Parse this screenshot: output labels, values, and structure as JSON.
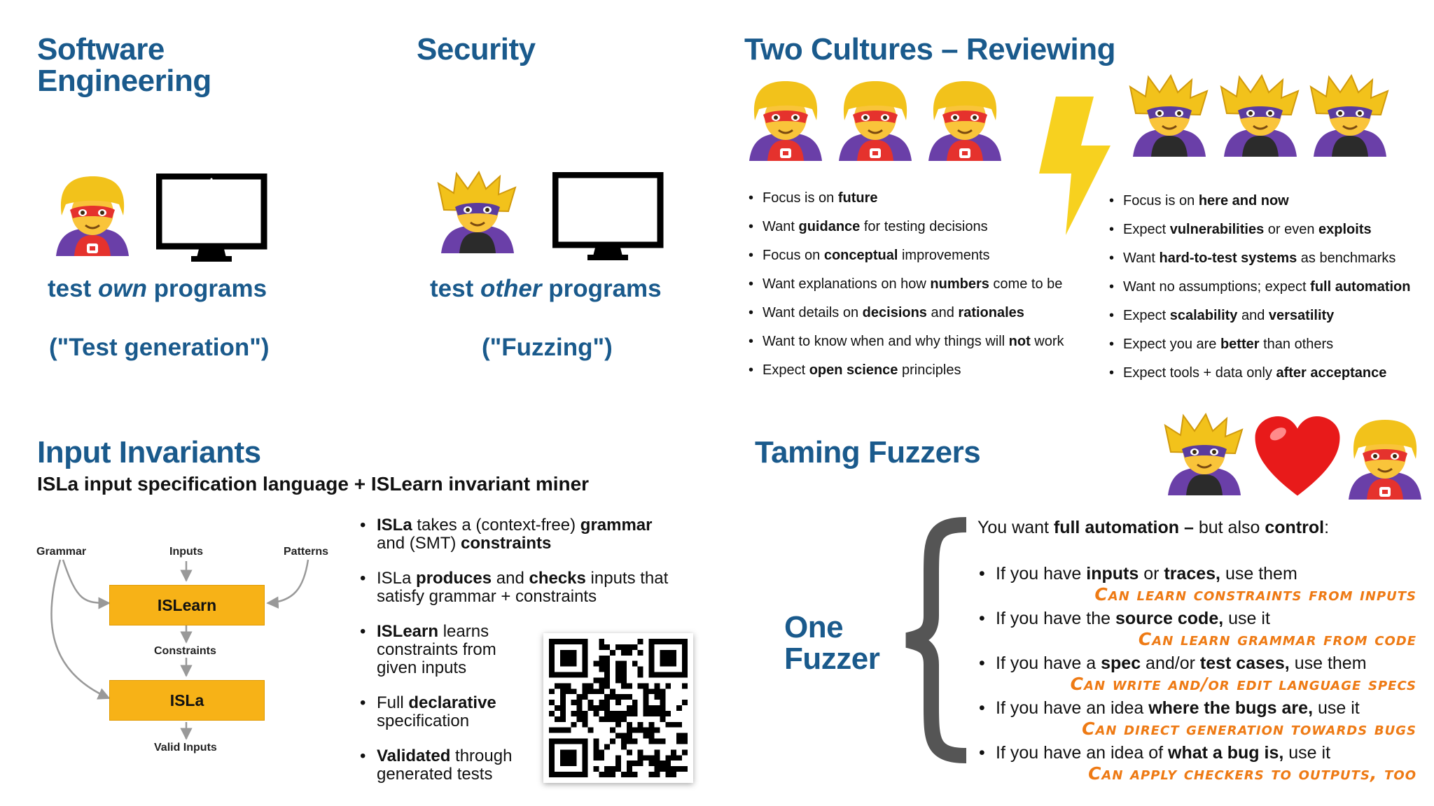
{
  "software_engineering": {
    "title_line1": "Software",
    "title_line2": "Engineering",
    "caption_prefix": "test ",
    "caption_em": "own",
    "caption_suffix": " programs",
    "subcaption": "(\"Test generation\")"
  },
  "security": {
    "title": "Security",
    "caption_prefix": "test ",
    "caption_em": "other",
    "caption_suffix": " programs",
    "subcaption": "(\"Fuzzing\")"
  },
  "two_cultures": {
    "title": "Two Cultures – Reviewing",
    "left_items": [
      [
        {
          "t": "Focus is on "
        },
        {
          "t": "future",
          "b": true
        }
      ],
      [
        {
          "t": "Want "
        },
        {
          "t": "guidance",
          "b": true
        },
        {
          "t": " for testing decisions"
        }
      ],
      [
        {
          "t": "Focus on "
        },
        {
          "t": "conceptual",
          "b": true
        },
        {
          "t": " improvements"
        }
      ],
      [
        {
          "t": "Want explanations on how "
        },
        {
          "t": "numbers",
          "b": true
        },
        {
          "t": " come to be"
        }
      ],
      [
        {
          "t": "Want details on "
        },
        {
          "t": "decisions",
          "b": true
        },
        {
          "t": " and "
        },
        {
          "t": "rationales",
          "b": true
        }
      ],
      [
        {
          "t": "Want to know when and why things will "
        },
        {
          "t": "not",
          "b": true
        },
        {
          "t": " work"
        }
      ],
      [
        {
          "t": "Expect "
        },
        {
          "t": "open science",
          "b": true
        },
        {
          "t": " principles"
        }
      ]
    ],
    "right_items": [
      [
        {
          "t": "Focus is on "
        },
        {
          "t": "here and now",
          "b": true
        }
      ],
      [
        {
          "t": "Expect "
        },
        {
          "t": "vulnerabilities",
          "b": true
        },
        {
          "t": " or even "
        },
        {
          "t": "exploits",
          "b": true
        }
      ],
      [
        {
          "t": "Want "
        },
        {
          "t": "hard-to-test systems",
          "b": true
        },
        {
          "t": " as benchmarks"
        }
      ],
      [
        {
          "t": "Want no assumptions; expect "
        },
        {
          "t": "full automation",
          "b": true
        }
      ],
      [
        {
          "t": "Expect "
        },
        {
          "t": "scalability",
          "b": true
        },
        {
          "t": " and "
        },
        {
          "t": "versatility",
          "b": true
        }
      ],
      [
        {
          "t": "Expect you are "
        },
        {
          "t": "better",
          "b": true
        },
        {
          "t": " than others"
        }
      ],
      [
        {
          "t": "Expect tools + data only "
        },
        {
          "t": "after acceptance",
          "b": true
        }
      ]
    ]
  },
  "input_invariants": {
    "title": "Input Invariants",
    "subtitle": "ISLa input specification language + ISLearn invariant miner",
    "diagram": {
      "grammar": "Grammar",
      "inputs": "Inputs",
      "patterns": "Patterns",
      "islearn": "ISLearn",
      "constraints": "Constraints",
      "isla": "ISLa",
      "valid_inputs": "Valid Inputs"
    },
    "bullets": [
      [
        {
          "t": "ISLa",
          "b": true
        },
        {
          "t": " takes a (context-free) "
        },
        {
          "t": "grammar",
          "b": true
        },
        {
          "br": true
        },
        {
          "t": "and (SMT) "
        },
        {
          "t": "constraints",
          "b": true
        }
      ],
      [
        {
          "t": "ISLa "
        },
        {
          "t": "produces",
          "b": true
        },
        {
          "t": " and "
        },
        {
          "t": "checks",
          "b": true
        },
        {
          "t": " inputs that"
        },
        {
          "br": true
        },
        {
          "t": "satisfy grammar + constraints"
        }
      ],
      [
        {
          "t": "ISLearn",
          "b": true
        },
        {
          "t": " learns"
        },
        {
          "br": true
        },
        {
          "t": "constraints from"
        },
        {
          "br": true
        },
        {
          "t": "given inputs"
        }
      ],
      [
        {
          "t": "Full "
        },
        {
          "t": "declarative",
          "b": true
        },
        {
          "br": true
        },
        {
          "t": "specification"
        }
      ],
      [
        {
          "t": "Validated",
          "b": true
        },
        {
          "t": " through"
        },
        {
          "br": true
        },
        {
          "t": "generated tests"
        }
      ]
    ]
  },
  "taming_fuzzers": {
    "title": "Taming Fuzzers",
    "one_fuzzer_line1": "One",
    "one_fuzzer_line2": "Fuzzer",
    "intro": [
      {
        "t": "You want "
      },
      {
        "t": "full automation – ",
        "b": true
      },
      {
        "t": "but also "
      },
      {
        "t": "control",
        "b": true
      },
      {
        "t": ":"
      }
    ],
    "items": [
      {
        "text": [
          {
            "t": "If you have "
          },
          {
            "t": "inputs",
            "b": true
          },
          {
            "t": " or "
          },
          {
            "t": "traces,",
            "b": true
          },
          {
            "t": " use them"
          }
        ],
        "note": "Can learn constraints from inputs"
      },
      {
        "text": [
          {
            "t": "If you have the "
          },
          {
            "t": "source code,",
            "b": true
          },
          {
            "t": " use it"
          }
        ],
        "note": "Can learn grammar from code"
      },
      {
        "text": [
          {
            "t": "If you have a "
          },
          {
            "t": "spec",
            "b": true
          },
          {
            "t": " and/or "
          },
          {
            "t": "test cases,",
            "b": true
          },
          {
            "t": " use them"
          }
        ],
        "note": "Can write and/or edit language specs"
      },
      {
        "text": [
          {
            "t": "If you have an idea "
          },
          {
            "t": "where the bugs are,",
            "b": true
          },
          {
            "t": " use it"
          }
        ],
        "note": "Can direct generation towards bugs"
      },
      {
        "text": [
          {
            "t": "If you have an idea of "
          },
          {
            "t": "what a bug is,",
            "b": true
          },
          {
            "t": " use it"
          }
        ],
        "note": "Can apply checkers to outputs, too"
      }
    ]
  },
  "colors": {
    "heading": "#1a5a8c",
    "box": "#f7b217",
    "note": "#ee7a14",
    "brace": "#555555"
  },
  "icons": [
    "superhero-icon",
    "supervillain-icon",
    "monitor-icon",
    "lightning-icon",
    "heart-icon",
    "qr-code-icon"
  ]
}
